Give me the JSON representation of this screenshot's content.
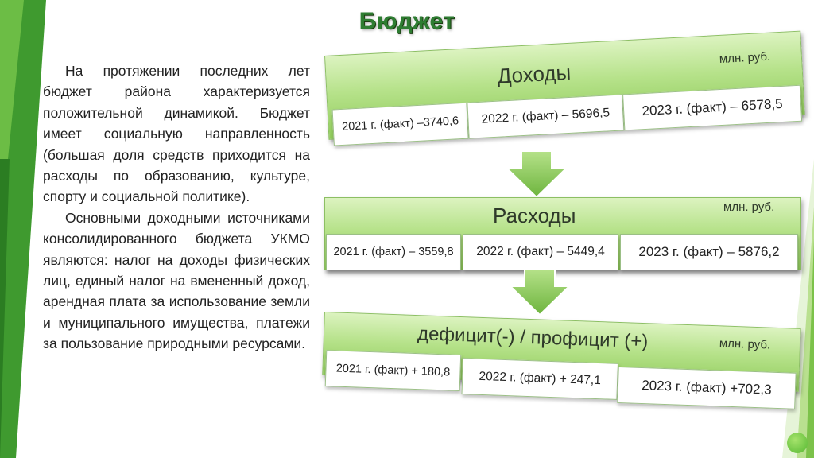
{
  "title": "Бюджет",
  "paragraphs": [
    "На протяжении последних лет бюджет района характеризуется положительной динамикой. Бюджет имеет социальную направленность (большая доля средств приходится на расходы по образованию, культуре, спорту и социальной политике).",
    "Основными доходными источниками консолидированного бюджета УКМО являются: налог на доходы физических лиц, единый налог на вмененный доход, арендная плата за использование земли и муниципального имущества, платежи за пользование природными ресурсами."
  ],
  "panels": [
    {
      "title": "Доходы",
      "unit": "млн. руб.",
      "cells": [
        "2021 г. (факт) –3740,6",
        "2022 г. (факт) – 5696,5",
        "2023 г. (факт) – 6578,5"
      ]
    },
    {
      "title": "Расходы",
      "unit": "млн. руб.",
      "cells": [
        "2021 г. (факт) – 3559,8",
        "2022 г. (факт) – 5449,4",
        "2023 г. (факт) –  5876,2"
      ]
    },
    {
      "title": "дефицит(-) / профицит (+)",
      "unit": "млн. руб.",
      "cells": [
        "2021 г. (факт) + 180,8",
        "2022 г. (факт) + 247,1",
        "2023 г. (факт) +702,3"
      ]
    }
  ],
  "colors": {
    "accent": "#2e7d32",
    "panel_light": "#dcf3c0",
    "panel_dark": "#8fcb5a",
    "arrow": "#7cc24a"
  }
}
